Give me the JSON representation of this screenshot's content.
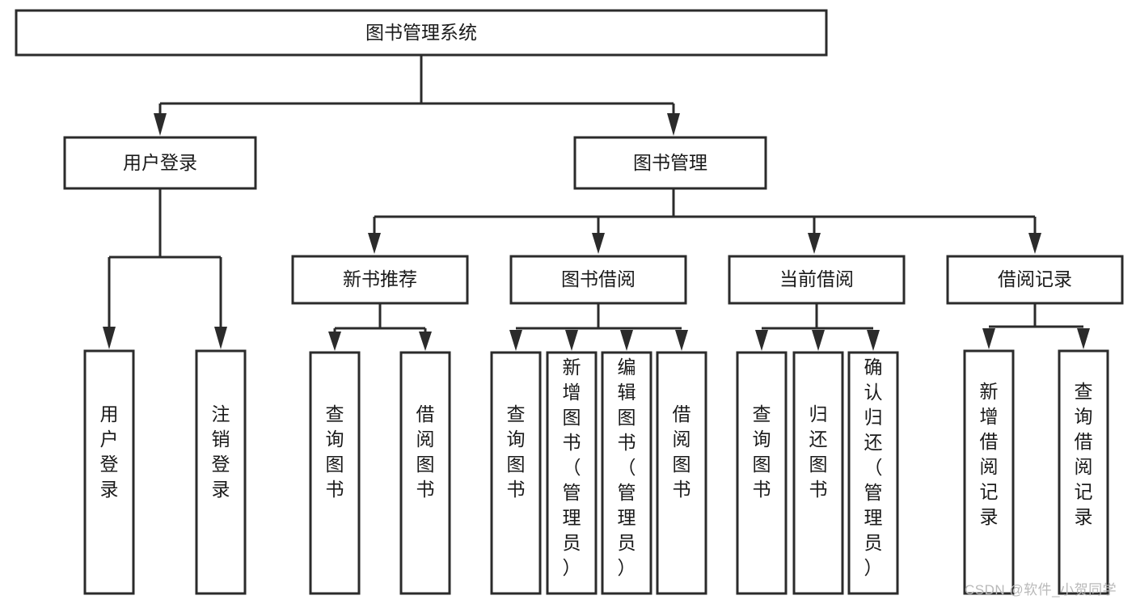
{
  "diagram": {
    "type": "tree-hierarchy",
    "title": "图书管理系统",
    "root": {
      "label": "图书管理系统",
      "level": 0
    },
    "level1": [
      {
        "label": "用户登录"
      },
      {
        "label": "图书管理"
      }
    ],
    "level2": [
      {
        "label": "新书推荐"
      },
      {
        "label": "图书借阅"
      },
      {
        "label": "当前借阅"
      },
      {
        "label": "借阅记录"
      }
    ],
    "leaves": {
      "user_login": [
        {
          "label": "用户登录"
        },
        {
          "label": "注销登录"
        }
      ],
      "new_book_recommend": [
        {
          "label": "查询图书"
        },
        {
          "label": "借阅图书"
        }
      ],
      "book_borrow": [
        {
          "label": "查询图书"
        },
        {
          "label": "新增图书（管理员）"
        },
        {
          "label": "编辑图书（管理员）"
        },
        {
          "label": "借阅图书"
        }
      ],
      "current_borrow": [
        {
          "label": "查询图书"
        },
        {
          "label": "归还图书"
        },
        {
          "label": "确认归还（管理员）"
        }
      ],
      "borrow_record": [
        {
          "label": "新增借阅记录"
        },
        {
          "label": "查询借阅记录"
        }
      ]
    }
  },
  "watermark": {
    "text": "CSDN @软件_小贺同学"
  },
  "colors": {
    "stroke": "#2b2b2b",
    "fill": "#ffffff",
    "text": "#1a1a1a",
    "watermark": "#b9b9b9"
  }
}
